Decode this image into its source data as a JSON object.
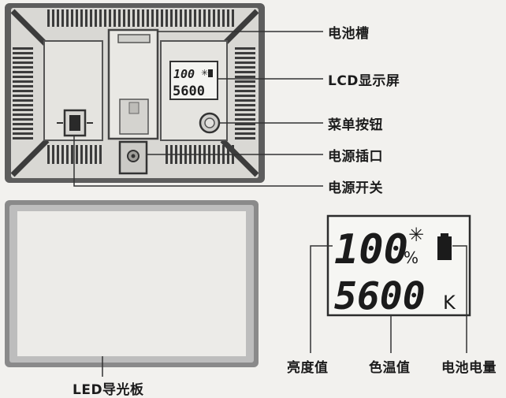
{
  "labels": {
    "battery_slot": "电池槽",
    "lcd_display": "LCD显示屏",
    "menu_button": "菜单按钮",
    "power_port": "电源插口",
    "power_switch": "电源开关",
    "brightness_value": "亮度值",
    "color_temp_value": "色温值",
    "battery_level": "电池电量",
    "led_panel": "LED导光板"
  },
  "small_lcd": {
    "brightness": "100",
    "color_temp": "5600"
  },
  "large_lcd": {
    "brightness": "100",
    "percent_unit": "%",
    "color_temp": "5600",
    "kelvin_unit": "K"
  },
  "colors": {
    "panel_body": "#6f6f6f",
    "panel_light": "#c9c9c9",
    "line": "#333333",
    "background": "#f2f1ee"
  },
  "icons": [
    "sun-icon",
    "battery-icon",
    "menu-button-icon",
    "power-switch-icon",
    "power-port-icon"
  ]
}
